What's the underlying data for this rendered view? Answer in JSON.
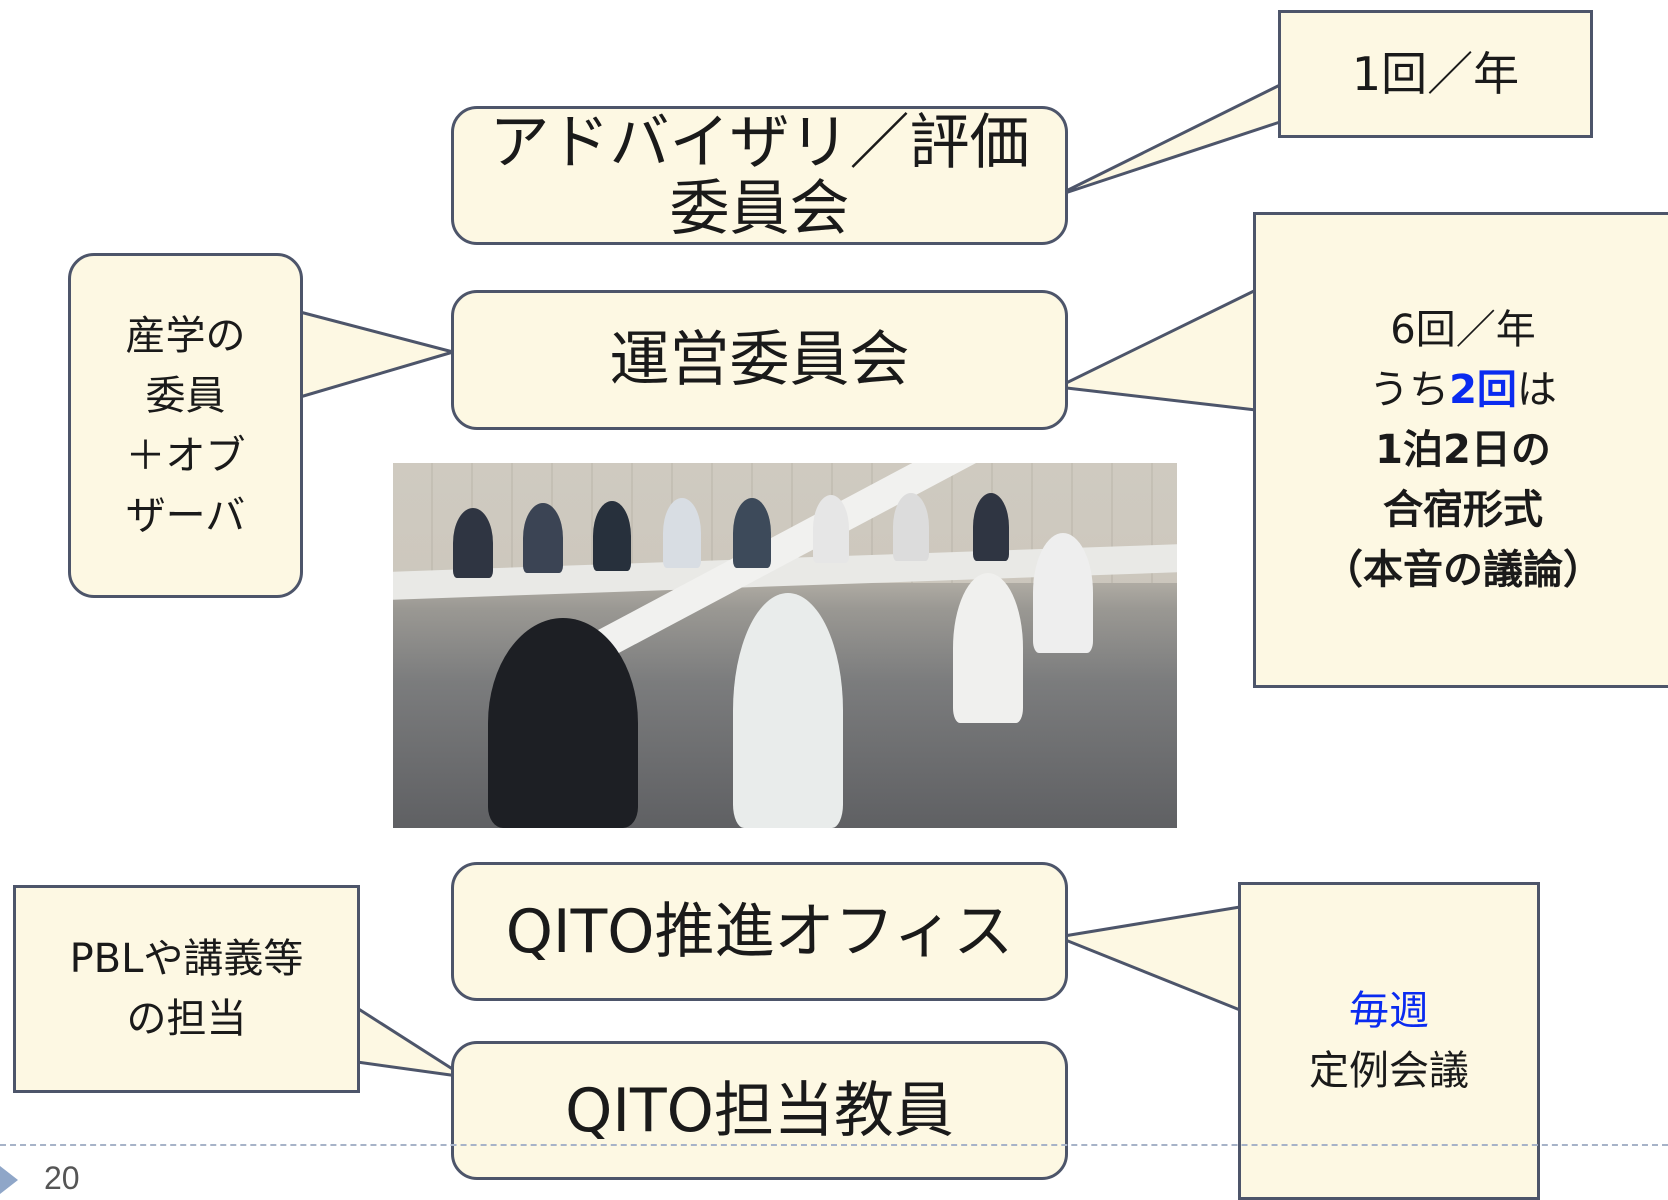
{
  "advisory_box": {
    "line1": "アドバイザリ／評価",
    "line2": "委員会"
  },
  "annual_note": {
    "text": "1回／年"
  },
  "members_note": {
    "line1": "産学の",
    "line2": "委員",
    "line3": "＋オブ",
    "line4": "ザーバ"
  },
  "steering_box": {
    "text": "運営委員会"
  },
  "steering_note": {
    "line1": "6回／年",
    "line2_prefix": "うち",
    "line2_highlight": "2回",
    "line2_suffix": "は",
    "line3": "1泊2日の",
    "line4": "合宿形式",
    "line5": "（本音の議論）"
  },
  "office_box": {
    "text": "QITO推進オフィス"
  },
  "faculty_box": {
    "text": "QITO担当教員"
  },
  "duties_note": {
    "line1": "PBLや講義等",
    "line2": "の担当"
  },
  "weekly_note": {
    "highlight": "毎週",
    "line2": "定例会議"
  },
  "footer": {
    "page_number": "20"
  },
  "colors": {
    "box_fill": "#fdf8e3",
    "box_border": "#4d556a",
    "highlight": "#0a2bf0"
  }
}
